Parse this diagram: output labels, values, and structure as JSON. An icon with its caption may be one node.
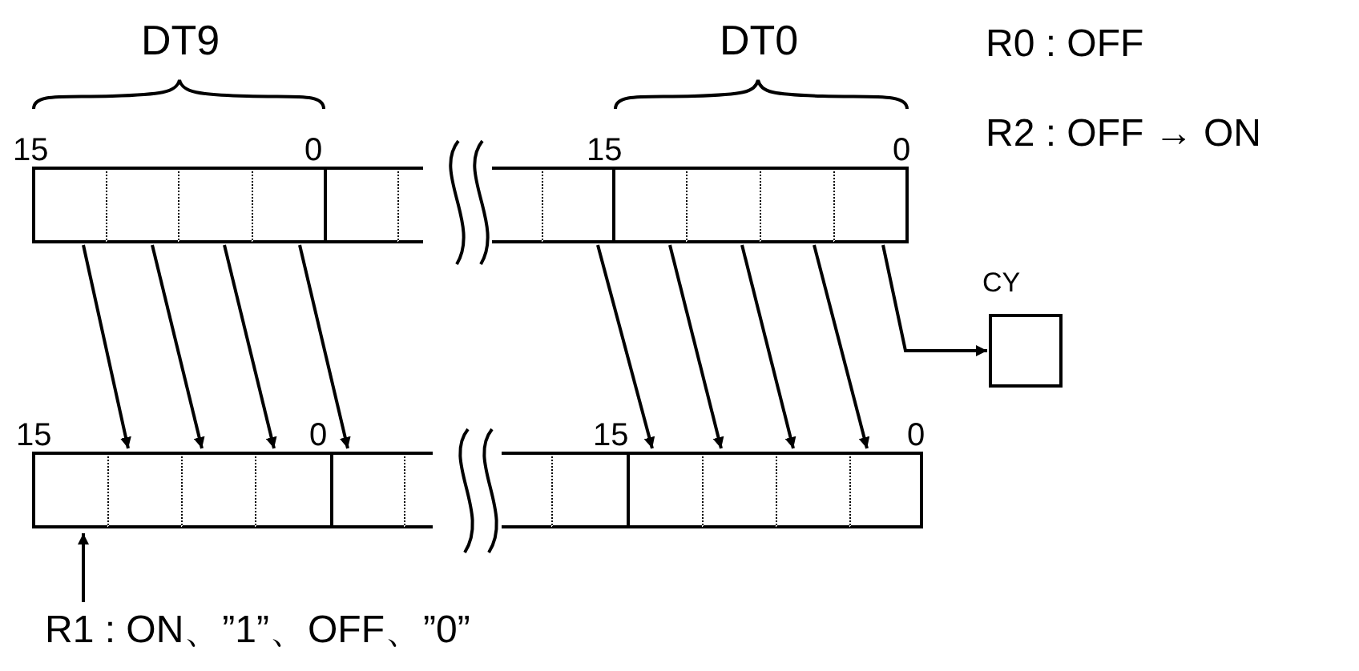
{
  "diagram": {
    "nodes": [
      {
        "text": [],
        "shape": "box"
      },
      {
        "text": [],
        "shape": "box"
      },
      {
        "text": [],
        "shape": "box"
      },
      {
        "text": [],
        "shape": "box"
      },
      {
        "text": [],
        "shape": "box"
      },
      {
        "text": [],
        "shape": "box"
      },
      {
        "text": [],
        "shape": "box"
      },
      {
        "text": [],
        "shape": "box"
      },
      {
        "text": [],
        "shape": "box"
      },
      {
        "text": [],
        "shape": "box"
      },
      {
        "text": [],
        "shape": "box"
      },
      {
        "text": [],
        "shape": "box"
      },
      {
        "text": [
          "CY"
        ]
      },
      {
        "text": [],
        "shape": "box"
      },
      {
        "text": [],
        "shape": "box"
      },
      {
        "text": [],
        "shape": "box"
      },
      {
        "text": [],
        "shape": "box"
      },
      {
        "text": [],
        "shape": "box"
      },
      {
        "text": [],
        "shape": "box"
      },
      {
        "text": [],
        "shape": "box"
      },
      {
        "text": [],
        "shape": "box"
      },
      {
        "text": [],
        "shape": "box"
      },
      {
        "text": [],
        "shape": "box"
      },
      {
        "text": [],
        "shape": "box"
      },
      {
        "text": [],
        "shape": "box"
      },
      {
        "text": [
          "R1 : ON、”1”、OFF、”0”"
        ]
      }
    ],
    "edges": [
      {
        "from": 0,
        "to": 14,
        "arrow": "to"
      },
      {
        "from": 1,
        "to": 15,
        "arrow": "to"
      },
      {
        "from": 2,
        "to": 16,
        "arrow": "to"
      },
      {
        "from": 3,
        "to": 17,
        "arrow": "to"
      },
      {
        "from": 7,
        "to": 21,
        "arrow": "to"
      },
      {
        "from": 8,
        "to": 22,
        "arrow": "to"
      },
      {
        "from": 9,
        "to": 23,
        "arrow": "to"
      },
      {
        "from": 10,
        "to": 24,
        "arrow": "to"
      },
      {
        "from": 11,
        "to": 12,
        "arrow": "to"
      },
      {
        "from": 25,
        "to": 13,
        "arrow": "to"
      }
    ],
    "labels": [
      "DT9",
      "DT0",
      "R0 : OFF",
      "15",
      "0",
      "15",
      "0",
      "R2 : OFF → ON",
      "15",
      "0",
      "15",
      "0"
    ]
  }
}
